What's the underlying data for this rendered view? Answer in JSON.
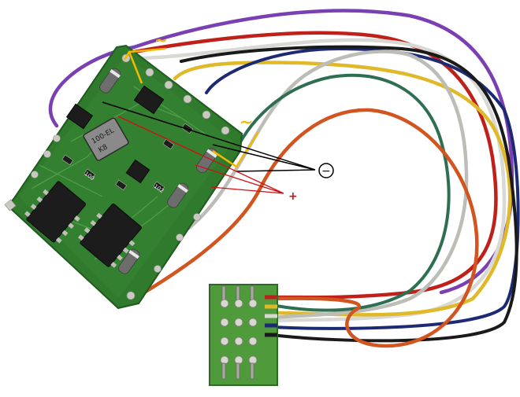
{
  "annotations": {
    "negative_symbol": "−",
    "positive_symbol": "+",
    "ac_symbol": "~"
  },
  "chip_markings": {
    "coil_line1": "100-EL",
    "coil_line2": "K8",
    "part_b": "100",
    "part_c": "102"
  },
  "colors": {
    "pcb": "#2f7a2c",
    "wire_purple": "#7a3fb0",
    "wire_red": "#c0201a",
    "wire_orange": "#d2541e",
    "wire_white": "#d8d8d4",
    "wire_grey": "#bdbdb8",
    "wire_yellow": "#e0b92a",
    "wire_blue": "#1c2a74",
    "wire_black": "#1a1a1a",
    "wire_green": "#2e6f52",
    "annotation_black": "#000000",
    "annotation_red": "#d01010",
    "annotation_yellow": "#f5b800"
  }
}
